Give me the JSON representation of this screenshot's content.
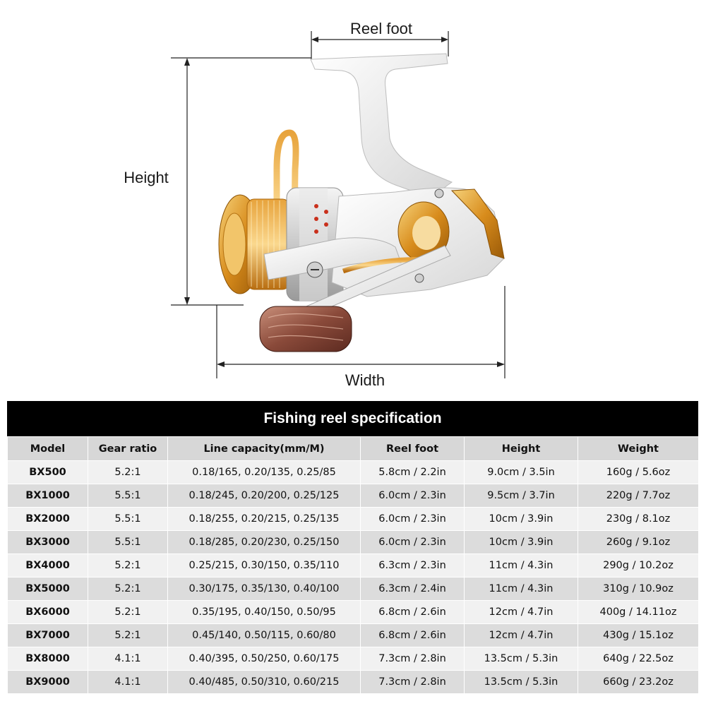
{
  "diagram": {
    "labels": {
      "reel_foot": "Reel foot",
      "height": "Height",
      "width": "Width"
    }
  },
  "spec": {
    "title": "Fishing reel specification",
    "columns": [
      "Model",
      "Gear ratio",
      "Line capacity(mm/M)",
      "Reel foot",
      "Height",
      "Weight"
    ],
    "rows": [
      [
        "BX500",
        "5.2:1",
        "0.18/165, 0.20/135, 0.25/85",
        "5.8cm / 2.2in",
        "9.0cm / 3.5in",
        "160g / 5.6oz"
      ],
      [
        "BX1000",
        "5.5:1",
        "0.18/245, 0.20/200, 0.25/125",
        "6.0cm / 2.3in",
        "9.5cm / 3.7in",
        "220g / 7.7oz"
      ],
      [
        "BX2000",
        "5.5:1",
        "0.18/255, 0.20/215, 0.25/135",
        "6.0cm / 2.3in",
        "10cm / 3.9in",
        "230g / 8.1oz"
      ],
      [
        "BX3000",
        "5.5:1",
        "0.18/285, 0.20/230, 0.25/150",
        "6.0cm / 2.3in",
        "10cm / 3.9in",
        "260g / 9.1oz"
      ],
      [
        "BX4000",
        "5.2:1",
        "0.25/215, 0.30/150, 0.35/110",
        "6.3cm / 2.3in",
        "11cm / 4.3in",
        "290g / 10.2oz"
      ],
      [
        "BX5000",
        "5.2:1",
        "0.30/175, 0.35/130, 0.40/100",
        "6.3cm / 2.4in",
        "11cm / 4.3in",
        "310g / 10.9oz"
      ],
      [
        "BX6000",
        "5.2:1",
        "0.35/195, 0.40/150, 0.50/95",
        "6.8cm / 2.6in",
        "12cm / 4.7in",
        "400g / 14.11oz"
      ],
      [
        "BX7000",
        "5.2:1",
        "0.45/140, 0.50/115, 0.60/80",
        "6.8cm / 2.6in",
        "12cm / 4.7in",
        "430g / 15.1oz"
      ],
      [
        "BX8000",
        "4.1:1",
        "0.40/395, 0.50/250, 0.60/175",
        "7.3cm / 2.8in",
        "13.5cm / 5.3in",
        "640g / 22.5oz"
      ],
      [
        "BX9000",
        "4.1:1",
        "0.40/485, 0.50/310, 0.60/215",
        "7.3cm / 2.8in",
        "13.5cm / 5.3in",
        "660g / 23.2oz"
      ]
    ]
  }
}
